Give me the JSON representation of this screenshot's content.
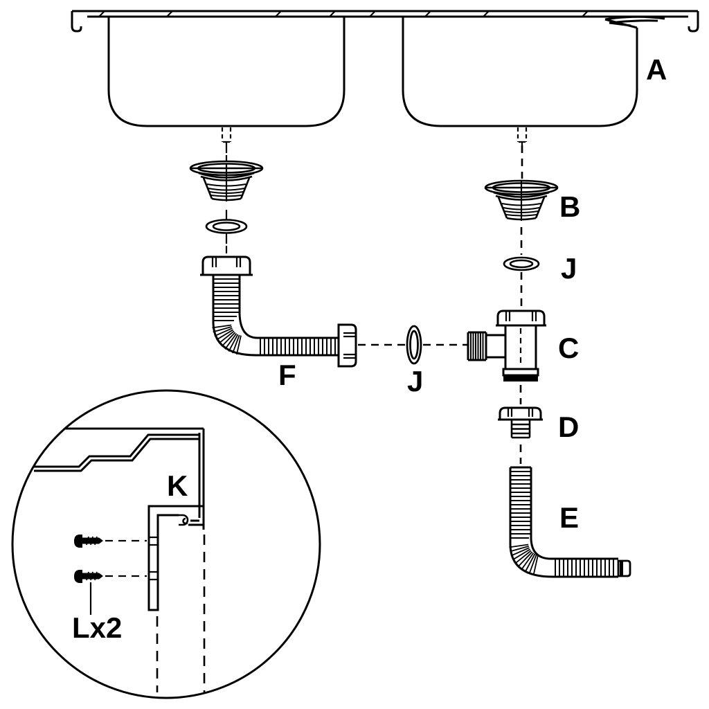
{
  "diagram": {
    "background": "#ffffff",
    "line_color": "#000000"
  },
  "labels": {
    "a": "A",
    "b": "B",
    "c": "C",
    "d": "D",
    "e": "E",
    "f": "F",
    "j_right": "J",
    "j_center": "J",
    "k": "K",
    "l_qty": "Lx2"
  },
  "parts": [
    {
      "label": "A",
      "name": "double-bowl-sink"
    },
    {
      "label": "B",
      "name": "basket-strainer"
    },
    {
      "label": "J",
      "name": "gasket"
    },
    {
      "label": "C",
      "name": "tee-drain-fitting"
    },
    {
      "label": "D",
      "name": "reducer-nut"
    },
    {
      "label": "E",
      "name": "corrugated-outlet-hose"
    },
    {
      "label": "F",
      "name": "corrugated-connecting-hose"
    },
    {
      "label": "K",
      "name": "mounting-clip"
    },
    {
      "label": "Lx2",
      "name": "screws-qty-2"
    }
  ]
}
